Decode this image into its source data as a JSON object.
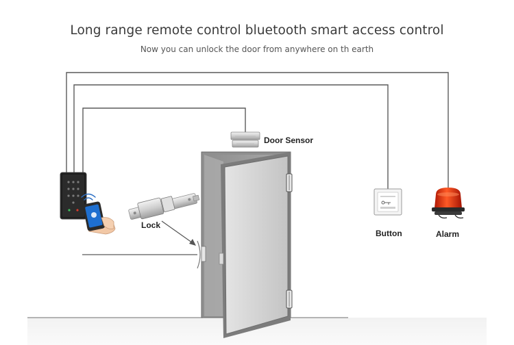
{
  "header": {
    "title": "Long range remote control bluetooth smart access control",
    "subtitle": "Now you can unlock the door from anywhere on th earth"
  },
  "labels": {
    "door_sensor": "Door Sensor",
    "lock": "Lock",
    "button": "Button",
    "alarm": "Alarm"
  },
  "colors": {
    "wire": "#5a5a5a",
    "frame": "#7b7b7b",
    "door_face": "#cfcfcf",
    "floor": "#f3f3f3",
    "alarm": "#d8260f",
    "phone_screen": "#1e6fd0"
  },
  "icons": {
    "reader": "keypad-reader-icon",
    "phone": "smartphone-icon",
    "bluetooth": "bluetooth-signal-icon",
    "lock": "electric-bolt-lock-icon",
    "door_sensor": "magnetic-door-sensor-icon",
    "button": "exit-button-icon",
    "alarm": "alarm-siren-icon"
  }
}
